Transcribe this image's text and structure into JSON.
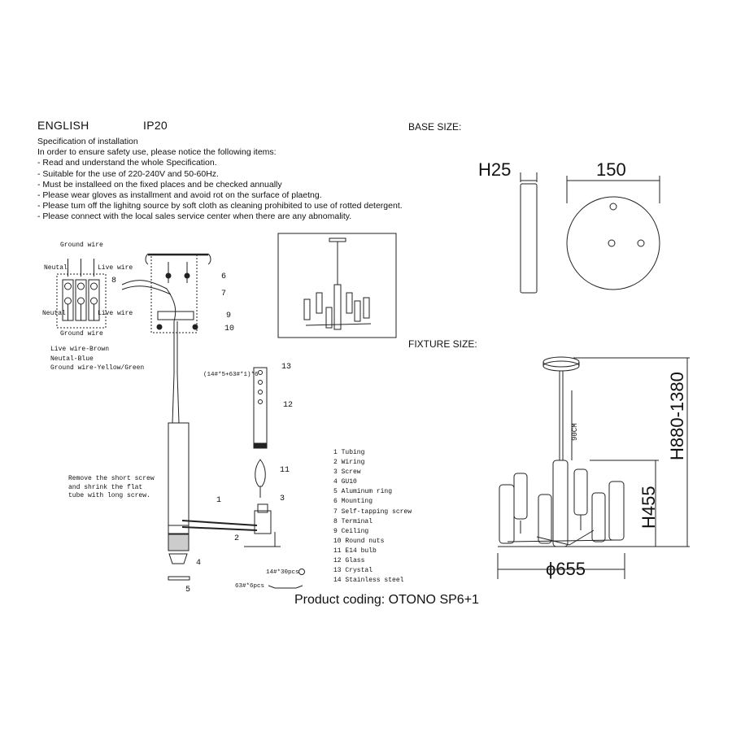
{
  "header": {
    "language": "ENGLISH",
    "ip_rating": "IP20",
    "base_size_label": "BASE SIZE:",
    "fixture_size_label": "FIXTURE SIZE:"
  },
  "specification": {
    "title": "Specification of installation",
    "intro": "In order to ensure safety use, please notice the following items:",
    "items": [
      "- Read and understand the whole Specification.",
      "- Suitable for the use of 220-240V and 50-60Hz.",
      "- Must be installeed on the fixed places and be checked annually",
      "- Please wear gloves as installment and avoid rot on the surface of plaetng.",
      "- Please tum off the lighitng source by soft cloth as cleaning prohibited to use of rotted detergent.",
      "- Please connect with the local sales service center when there are any abnomality."
    ]
  },
  "wiring": {
    "ground_top": "Ground wire",
    "neutral_top": "Neutal",
    "live_top": "Live wire",
    "neutral_bottom": "Neutal",
    "live_bottom": "Live wire",
    "ground_bottom": "Ground wire",
    "legend": [
      "Live wire-Brown",
      "Neutal-Blue",
      "Ground wire-Yellow/Green"
    ]
  },
  "callouts": {
    "c1": "1",
    "c2": "2",
    "c3": "3",
    "c4": "4",
    "c5": "5",
    "c6": "6",
    "c7": "7",
    "c8": "8",
    "c9": "9",
    "c10": "10",
    "c11": "11",
    "c12": "12",
    "c13": "13",
    "crystal_spec": "(14#*5+63#*1)*6",
    "crystal_qty": "14#*30pcs",
    "steel_qty": "63#*6pcs",
    "note": [
      "Remove the short screw",
      "and shrink the flat",
      "tube with long screw."
    ]
  },
  "parts": [
    "1 Tubing",
    "2 Wiring",
    "3 Screw",
    "4 GU10",
    "5 Aluminum ring",
    "6 Mounting",
    "7 Self-tapping screw",
    "8 Terminal",
    "9 Ceiling",
    "10 Round nuts",
    "11 E14 bulb",
    "12 Glass",
    "13 Crystal",
    "14 Stainless steel"
  ],
  "base": {
    "height": "H25",
    "diameter": "150"
  },
  "fixture": {
    "cable": "90CM",
    "height_total": "H880-1380",
    "height_body": "H455",
    "diameter": "ϕ655"
  },
  "product_coding": "Product coding: OTONO SP6+1"
}
